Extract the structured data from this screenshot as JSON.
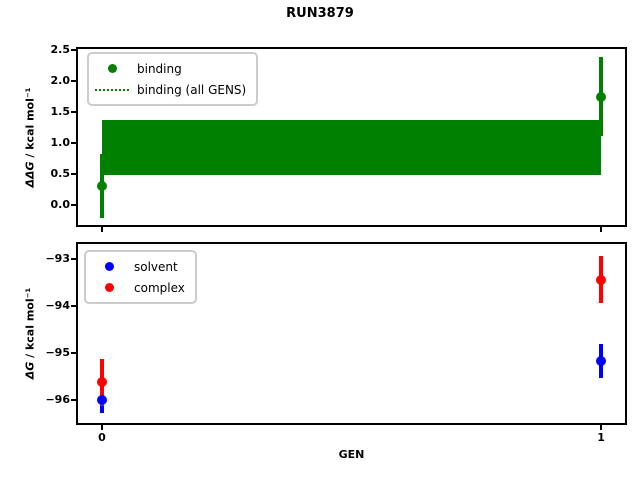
{
  "figure_title": "RUN3879",
  "chart_data": [
    {
      "id": "ddg",
      "type": "scatter",
      "ylabel_math": "ΔΔG",
      "ylabel_units": " / kcal mol⁻¹",
      "ylim": [
        -0.32,
        2.52
      ],
      "yticks": [
        2.5,
        2.0,
        1.5,
        1.0,
        0.5,
        0.0
      ],
      "ytick_labels": [
        "2.5",
        "2.0",
        "1.5",
        "1.0",
        "0.5",
        "0.0"
      ],
      "xlim": [
        -0.048,
        1.048
      ],
      "xticks": [
        0,
        1
      ],
      "xtick_labels": null,
      "grid": false,
      "series": [
        {
          "name": "binding",
          "color": "#008000",
          "marker": "circle",
          "x": [
            0,
            1
          ],
          "y": [
            0.31,
            1.75
          ],
          "yerr": [
            0.52,
            0.64
          ]
        }
      ],
      "band": {
        "name": "binding (all GENS)",
        "color": "#008000",
        "x": [
          0,
          1
        ],
        "y_low": 0.49,
        "y_high": 1.37,
        "style": "dotted"
      },
      "legend": {
        "position": "upper left",
        "items": [
          {
            "label": "binding",
            "handle": "dot",
            "color": "#008000"
          },
          {
            "label": "binding (all GENS)",
            "handle": "dotted-line",
            "color": "#008000"
          }
        ]
      }
    },
    {
      "id": "dg",
      "type": "scatter",
      "ylabel_math": "ΔG",
      "ylabel_units": " / kcal mol⁻¹",
      "ylim": [
        -96.48,
        -92.68
      ],
      "yticks": [
        -93,
        -94,
        -95,
        -96
      ],
      "ytick_labels": [
        "−93",
        "−94",
        "−95",
        "−96"
      ],
      "xlim": [
        -0.048,
        1.048
      ],
      "xticks": [
        0,
        1
      ],
      "xtick_labels": [
        "0",
        "1"
      ],
      "xlabel": "GEN",
      "grid": false,
      "series": [
        {
          "name": "solvent",
          "color": "#0000ff",
          "marker": "circle",
          "x": [
            0,
            1
          ],
          "y": [
            -96.0,
            -95.17
          ],
          "yerr": [
            0.27,
            0.36
          ]
        },
        {
          "name": "complex",
          "color": "#ff0000",
          "marker": "circle",
          "x": [
            0,
            1
          ],
          "y": [
            -95.62,
            -93.44
          ],
          "yerr": [
            0.5,
            0.5
          ]
        }
      ],
      "legend": {
        "position": "upper left",
        "items": [
          {
            "label": "solvent",
            "handle": "dot",
            "color": "#0000ff"
          },
          {
            "label": "complex",
            "handle": "dot",
            "color": "#ff0000"
          }
        ]
      }
    }
  ]
}
